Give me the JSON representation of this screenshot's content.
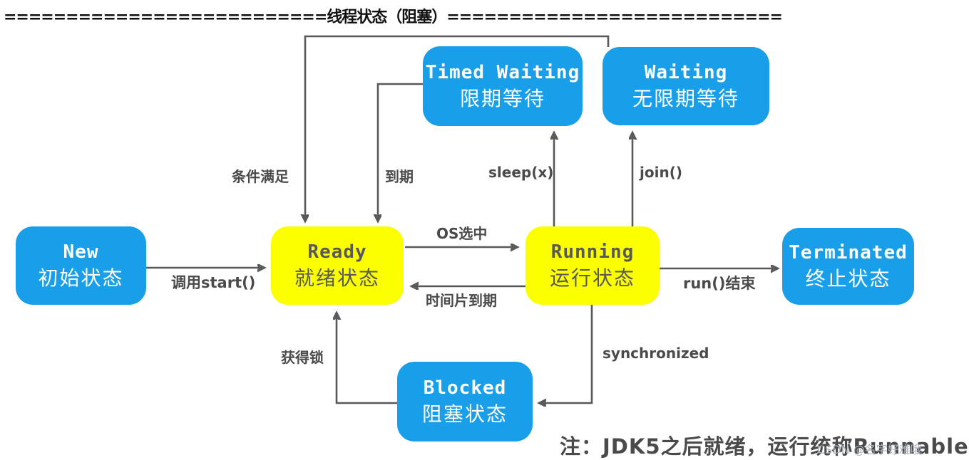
{
  "title": "==========================线程状态（阻塞）===========================",
  "colors": {
    "node_blue": "#199ee9",
    "node_yellow": "#fbff00",
    "line_gray": "#595959",
    "label_gray": "#4a4a4a",
    "watermark_gray": "#aeb4bc"
  },
  "nodes": {
    "new": {
      "en": "New",
      "zh": "初始状态"
    },
    "ready": {
      "en": "Ready",
      "zh": "就绪状态"
    },
    "running": {
      "en": "Running",
      "zh": "运行状态"
    },
    "terminated": {
      "en": "Terminated",
      "zh": "终止状态"
    },
    "timed_waiting": {
      "en": "Timed Waiting",
      "zh": "限期等待"
    },
    "waiting": {
      "en": "Waiting",
      "zh": "无限期等待"
    },
    "blocked": {
      "en": "Blocked",
      "zh": "阻塞状态"
    }
  },
  "edge_labels": {
    "start": "调用start()",
    "os_select": "OS选中",
    "timeslice": "时间片到期",
    "run_end": "run()结束",
    "sleep": "sleep(x)",
    "join": "join()",
    "expire": "到期",
    "condition": "条件满足",
    "synchronized": "synchronized",
    "acquire_lock": "获得锁"
  },
  "note": "注：JDK5之后就绪，运行统称Runnable",
  "watermark": "CSDN @名字好难哦"
}
